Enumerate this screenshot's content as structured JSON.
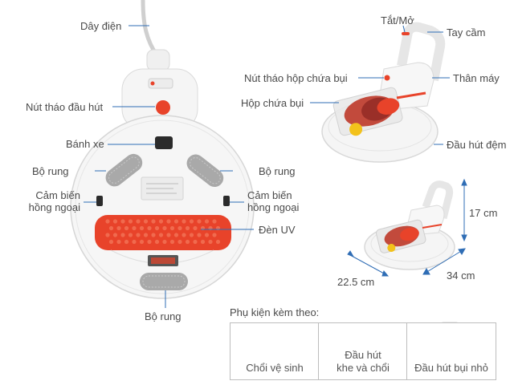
{
  "labels": {
    "power_cord": "Dây điện",
    "nozzle_release": "Nút tháo đầu hút",
    "wheel": "Bánh xe",
    "vibrator_left": "Bộ rung",
    "vibrator_right": "Bộ rung",
    "ir_sensor_left_l1": "Cảm biến",
    "ir_sensor_left_l2": "hồng ngoại",
    "ir_sensor_right_l1": "Cảm biến",
    "ir_sensor_right_l2": "hồng ngoại",
    "uv_lamp": "Đèn UV",
    "vibrator_bottom": "Bộ rung",
    "on_off": "Tắt/Mở",
    "handle": "Tay cầm",
    "bin_release": "Nút tháo hộp chứa bụi",
    "body": "Thân máy",
    "dust_bin": "Hộp chứa bụi",
    "pad_nozzle": "Đầu hút đệm"
  },
  "dimensions": {
    "height": "17 cm",
    "depth": "22.5 cm",
    "width": "34 cm"
  },
  "accessories": {
    "title": "Phụ kiện kèm theo:",
    "items": [
      {
        "label_l1": "Chổi vệ sinh",
        "label_l2": "",
        "icon": "cleaning-brush-icon"
      },
      {
        "label_l1": "Đầu hút",
        "label_l2": "khe và chổi",
        "icon": "crevice-nozzle-icon"
      },
      {
        "label_l1": "Đầu hút bụi nhỏ",
        "label_l2": "",
        "icon": "small-nozzle-icon"
      }
    ]
  },
  "colors": {
    "accent_red": "#e8432a",
    "body_white": "#f4f4f4",
    "outline_grey": "#d8d8d8",
    "leader_blue": "#2f6db5",
    "bin_yellow": "#f3c21b"
  }
}
